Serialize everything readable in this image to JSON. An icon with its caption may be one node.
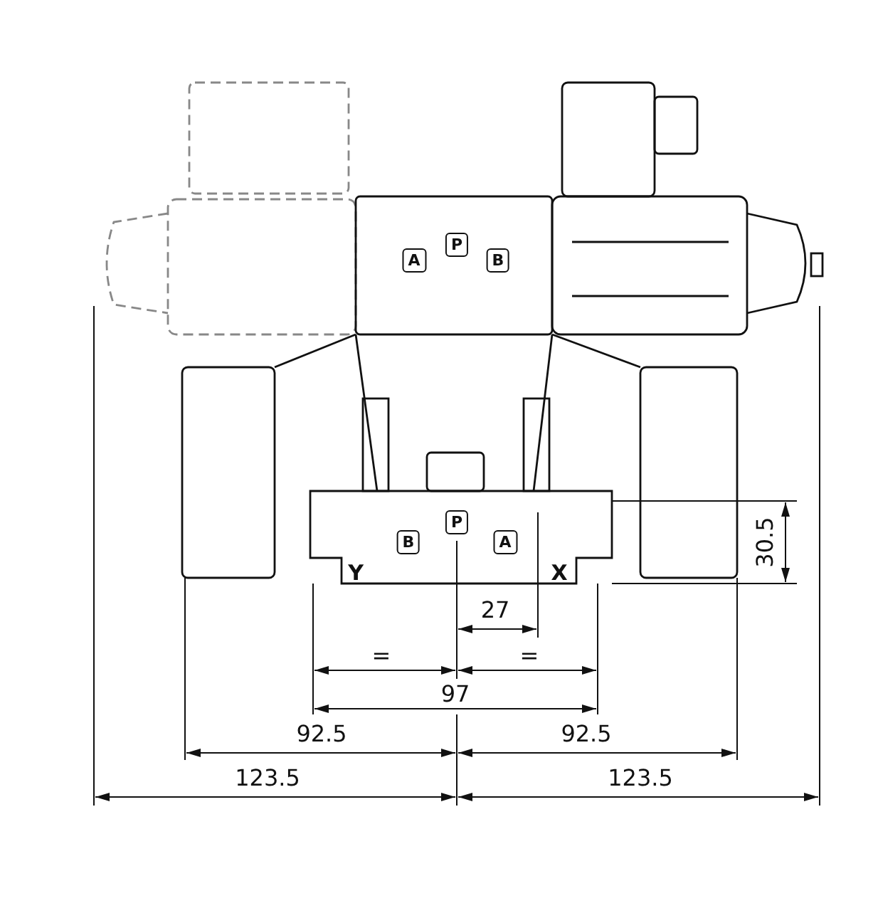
{
  "diagram": {
    "labels": [
      "A",
      "P",
      "B",
      "P",
      "B",
      "A",
      "30.5",
      "Y",
      "X",
      "27",
      "=",
      "=",
      "97",
      "92.5",
      "92.5",
      "123.5",
      "123.5"
    ]
  }
}
